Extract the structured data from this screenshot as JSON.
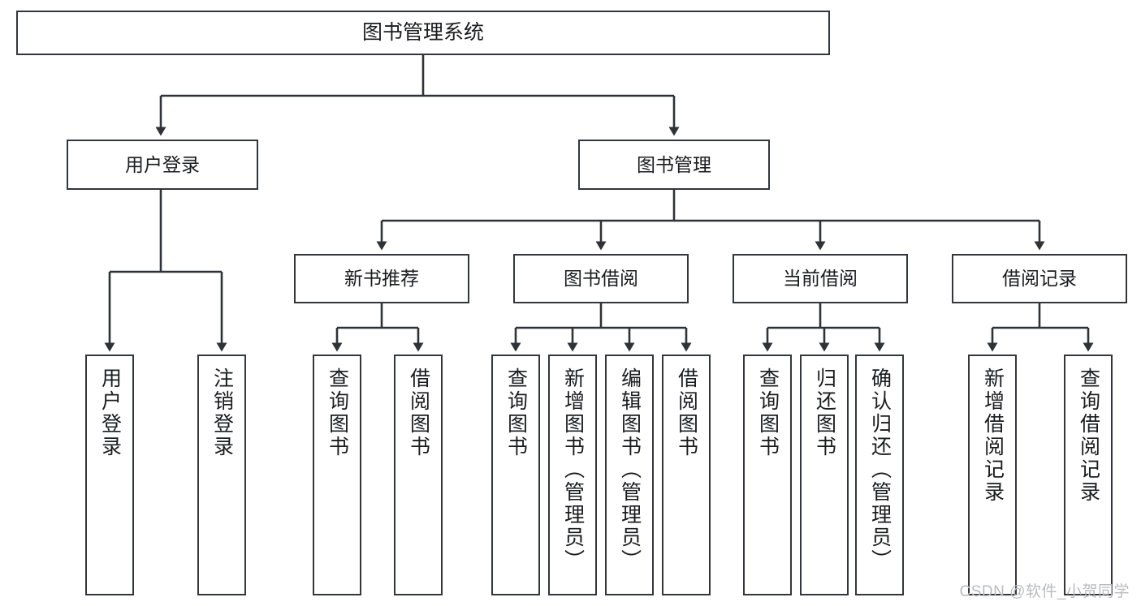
{
  "diagram": {
    "title": "图书管理系统",
    "type": "functional-structure-tree",
    "colors": {
      "border": "#33363b",
      "edge": "#2f3236",
      "text": "#1b1c1e",
      "background": "#ffffff",
      "watermark": "#b9bbbe"
    },
    "root": {
      "label": "图书管理系统"
    },
    "level2": [
      {
        "label": "用户登录"
      },
      {
        "label": "图书管理"
      }
    ],
    "level3": [
      {
        "label": "新书推荐"
      },
      {
        "label": "图书借阅"
      },
      {
        "label": "当前借阅"
      },
      {
        "label": "借阅记录"
      }
    ],
    "leaves": {
      "user_login": [
        {
          "label": "用户登录"
        },
        {
          "label": "注销登录"
        }
      ],
      "new_book_recommend": [
        {
          "label": "查询图书"
        },
        {
          "label": "借阅图书"
        }
      ],
      "book_borrow": [
        {
          "label": "查询图书"
        },
        {
          "label": "新增图书（管理员）"
        },
        {
          "label": "编辑图书（管理员）"
        },
        {
          "label": "借阅图书"
        }
      ],
      "current_borrow": [
        {
          "label": "查询图书"
        },
        {
          "label": "归还图书"
        },
        {
          "label": "确认归还（管理员）"
        }
      ],
      "borrow_record": [
        {
          "label": "新增借阅记录"
        },
        {
          "label": "查询借阅记录"
        }
      ]
    }
  },
  "watermark": {
    "text": "CSDN @软件_小贺同学"
  }
}
